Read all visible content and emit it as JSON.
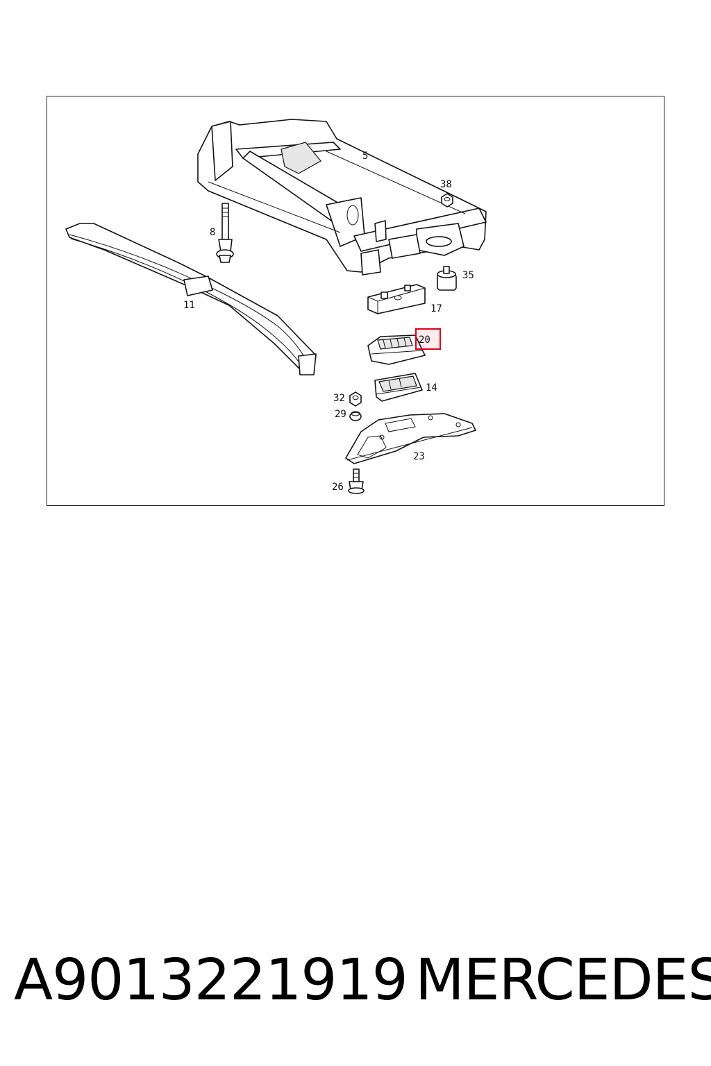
{
  "diagram": {
    "callouts": {
      "c5": "5",
      "c38": "38",
      "c8": "8",
      "c35": "35",
      "c11": "11",
      "c17": "17",
      "c20": "20",
      "c14": "14",
      "c32": "32",
      "c29": "29",
      "c23": "23",
      "c26": "26"
    },
    "highlight": {
      "callout": "20",
      "color": "#e0001a"
    }
  },
  "footer": {
    "part_number": "A9013221919",
    "brand": "MERCEDES"
  }
}
